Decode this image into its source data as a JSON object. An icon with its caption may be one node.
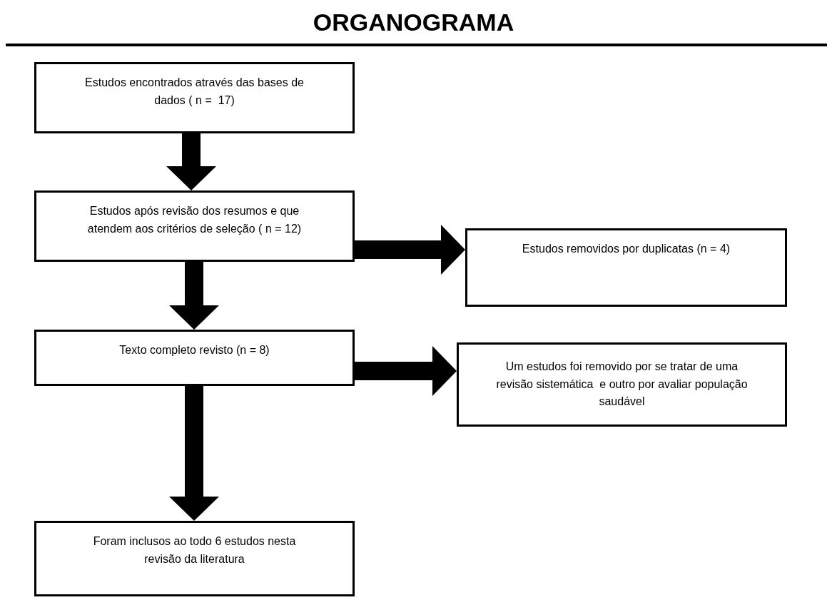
{
  "diagram": {
    "title": "ORGANOGRAMA",
    "nodes": [
      {
        "text": [
          "Estudos encontrados através das bases de dados ( n =  17)"
        ]
      },
      {
        "text": [
          "Estudos após revisão dos resumos e que atendem aos critérios de seleção ( n = 12)"
        ]
      },
      {
        "text": [
          "Estudos removidos por duplicatas (n = 4)"
        ]
      },
      {
        "text": [
          "Texto completo revisto (n = 8)"
        ]
      },
      {
        "text": [
          "Um estudos foi removido por se tratar de uma revisão sistemática  e outro por avaliar população saudável"
        ]
      },
      {
        "text": [
          "Foram inclusos ao todo 6 estudos nesta revisão da literatura"
        ]
      }
    ],
    "edges": [
      {
        "from": 0,
        "to": 1,
        "arrow": "to"
      },
      {
        "from": 1,
        "to": 3,
        "arrow": "to"
      },
      {
        "from": 1,
        "to": 2,
        "arrow": "to"
      },
      {
        "from": 3,
        "to": 5,
        "arrow": "to"
      },
      {
        "from": 3,
        "to": 4,
        "arrow": "to"
      }
    ]
  }
}
